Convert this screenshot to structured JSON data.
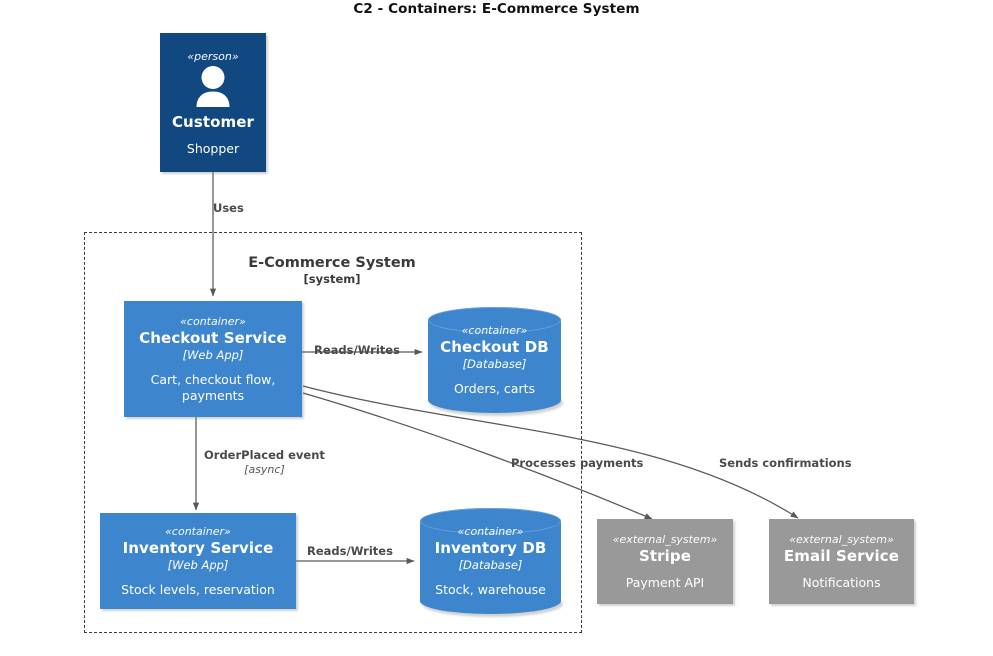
{
  "diagram": {
    "title": "C2 - Containers: E-Commerce System"
  },
  "boundary": {
    "name": "E-Commerce System",
    "type": "[system]"
  },
  "nodes": {
    "customer": {
      "stereotype": "«person»",
      "name": "Customer",
      "description": "Shopper",
      "icon": "person-icon",
      "color": "#10487f"
    },
    "checkout_service": {
      "stereotype": "«container»",
      "name": "Checkout Service",
      "tech": "[Web App]",
      "description": "Cart, checkout flow, payments",
      "color": "#3d85cc"
    },
    "checkout_db": {
      "stereotype": "«container»",
      "name": "Checkout DB",
      "tech": "[Database]",
      "description": "Orders, carts",
      "color": "#3d85cc"
    },
    "inventory_service": {
      "stereotype": "«container»",
      "name": "Inventory Service",
      "tech": "[Web App]",
      "description": "Stock levels, reservation",
      "color": "#3d85cc"
    },
    "inventory_db": {
      "stereotype": "«container»",
      "name": "Inventory DB",
      "tech": "[Database]",
      "description": "Stock, warehouse",
      "color": "#3d85cc"
    },
    "stripe": {
      "stereotype": "«external_system»",
      "name": "Stripe",
      "description": "Payment API",
      "color": "#999999"
    },
    "email_service": {
      "stereotype": "«external_system»",
      "name": "Email Service",
      "description": "Notifications",
      "color": "#999999"
    }
  },
  "edges": {
    "uses": {
      "label": "Uses"
    },
    "checkout_reads_writes": {
      "label": "Reads/Writes"
    },
    "order_placed": {
      "label": "OrderPlaced event",
      "sub": "[async]"
    },
    "processes_payments": {
      "label": "Processes payments"
    },
    "sends_confirmations": {
      "label": "Sends confirmations"
    },
    "inventory_reads_writes": {
      "label": "Reads/Writes"
    }
  }
}
